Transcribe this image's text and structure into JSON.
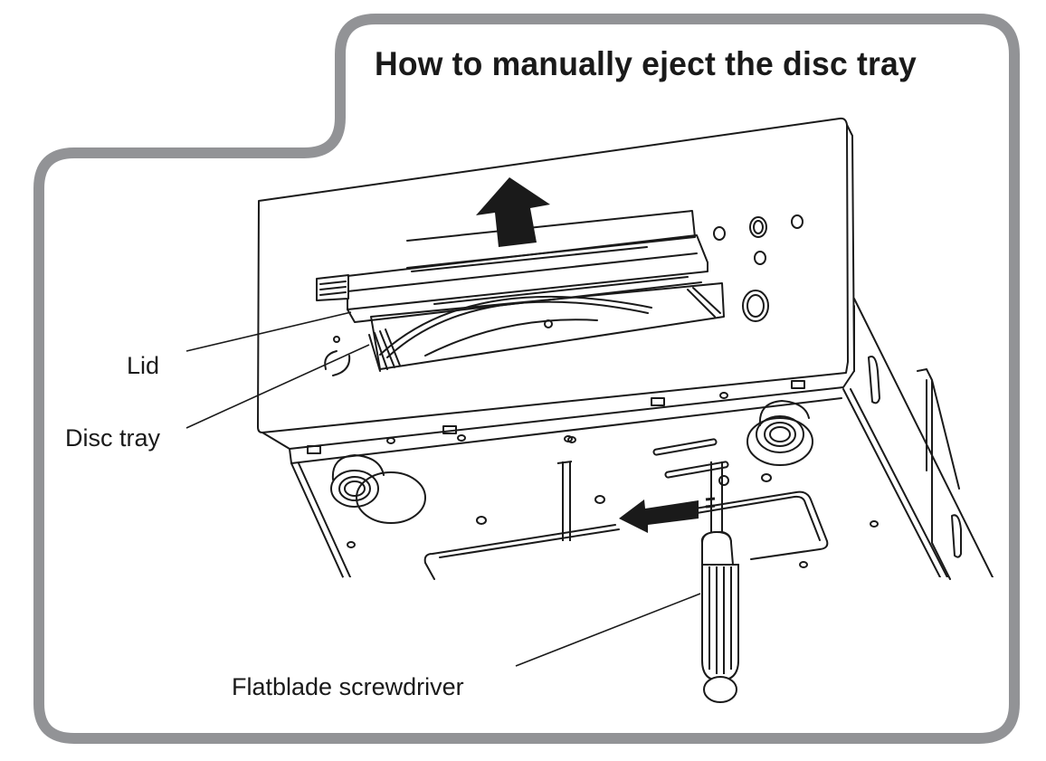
{
  "title": "How to manually eject the disc tray",
  "callouts": {
    "lid": "Lid",
    "disc_tray": "Disc tray",
    "screwdriver": "Flatblade screwdriver"
  },
  "arrows": {
    "lid_direction": "up",
    "screwdriver_direction": "left"
  },
  "colors": {
    "frame": "#929396",
    "ink": "#1a1a1a",
    "background": "#ffffff"
  }
}
